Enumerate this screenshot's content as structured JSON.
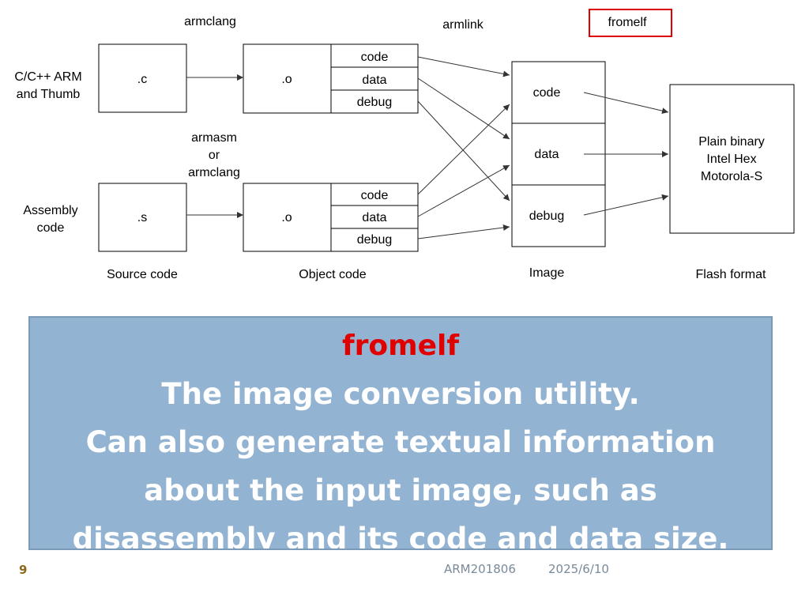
{
  "diagram": {
    "tools": {
      "compiler": "armclang",
      "assembler": [
        "armasm",
        "or",
        "armclang"
      ],
      "linker": "armlink",
      "converter": "fromelf"
    },
    "inputs": {
      "c_label": [
        "C/C++ ARM",
        "and Thumb"
      ],
      "asm_label": [
        "Assembly",
        "code"
      ]
    },
    "source_files": {
      "c": ".c",
      "s": ".s"
    },
    "object_file": ".o",
    "sections": [
      "code",
      "data",
      "debug"
    ],
    "output_formats": [
      "Plain binary",
      "Intel Hex",
      "Motorola-S"
    ],
    "stages": {
      "source": "Source code",
      "object": "Object code",
      "image": "Image",
      "flash": "Flash format"
    },
    "highlight_color": "#e00000"
  },
  "callout": {
    "heading": "fromelf",
    "lines": [
      "The image conversion utility.",
      "Can also generate textual information",
      "about the input image, such as",
      "disassembly and its code and data size."
    ],
    "background": "#93b3d2"
  },
  "footer": {
    "slide_number": "9",
    "course": "ARM201806",
    "date": "2025/6/10"
  }
}
